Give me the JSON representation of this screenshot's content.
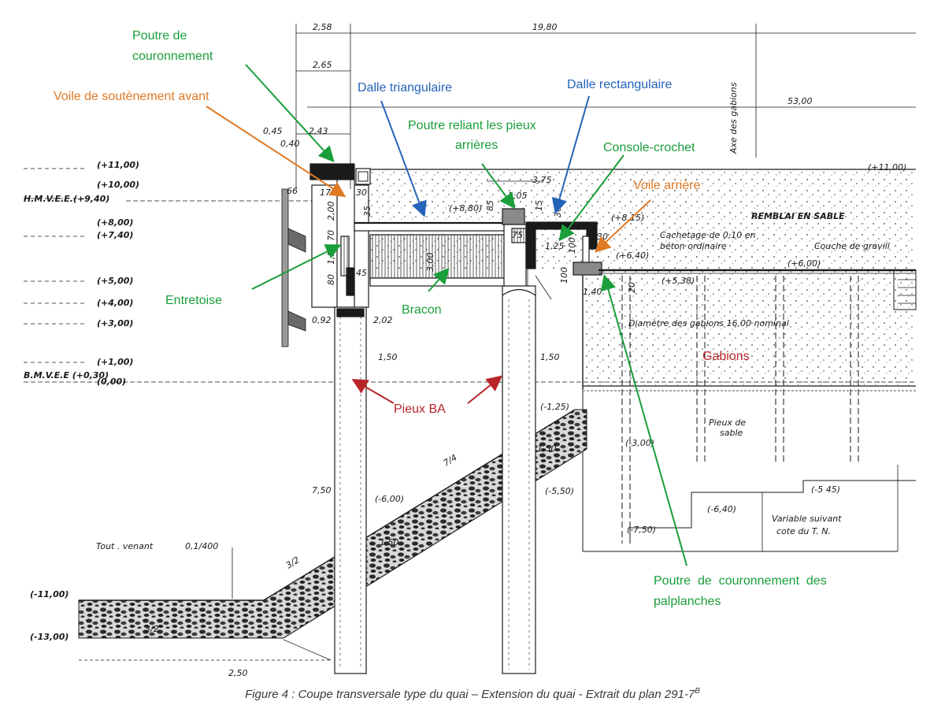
{
  "colors": {
    "green": "#1a9e3a",
    "orange": "#e07a25",
    "blue": "#2563b8",
    "red": "#b8242a",
    "ink": "#1a1a1a"
  },
  "labels": {
    "poutre_couronnement": [
      "Poutre de",
      "couronnement"
    ],
    "voile_avant": "Voile de soutènement avant",
    "dalle_triangulaire": "Dalle triangulaire",
    "dalle_rectangulaire": "Dalle rectangulaire",
    "poutre_reliant": [
      "Poutre reliant les pieux",
      "arrières"
    ],
    "console_crochet": "Console-crochet",
    "voile_arriere": "Voile arrière",
    "entretoise": "Entretoise",
    "bracon": "Bracon",
    "gabions": "Gabions",
    "pieux_ba": "Pieux BA",
    "poutre_palplanches": [
      "Poutre  de  couronnement  des",
      "palplanches"
    ]
  },
  "caption": "Figure 4 : Coupe transversale type du quai – Extension du quai - Extrait du plan 291-7",
  "caption_sup": "B",
  "levels": [
    "(+11,00)",
    "(+10,00)",
    "(+8,00)",
    "(+7,40)",
    "(+5,00)",
    "(+4,00)",
    "(+3,00)",
    "(+1,00)",
    "(0,00)",
    "(-11,00)",
    "(-13,00)"
  ],
  "water": {
    "high": "H.M.V.E.E.(+9,40)",
    "low": "B.M.V.E.E (+0,30)"
  },
  "dims": {
    "d258": "2,58",
    "d1980": "19,80",
    "d265": "2,65",
    "d5300": "53,00",
    "d045": "0,45",
    "d040": "0,40",
    "d243": "2,43",
    "d066": "66",
    "d017": "17",
    "d030": "30",
    "d200": "2,00",
    "d035": "35",
    "d070": "70",
    "d150v": "1,50",
    "d080": "80",
    "d045b": "45",
    "d300": "3,00",
    "d092": "0,92",
    "d202": "2,02",
    "d150a": "1,50",
    "d150b": "1,50",
    "d105": "1,05",
    "d375": "3,75",
    "d085": "85",
    "d015": "15",
    "d030b": "30",
    "d075": "75",
    "d125": "1,25",
    "d100": "100",
    "d100b": "100",
    "d030c": "30",
    "d140": "1,40",
    "d020": "20",
    "d750": "7,50",
    "d250": "2,50",
    "d010": "0,1/400",
    "d150c": "1,50",
    "d150d": "1,50"
  },
  "elev": {
    "e880": "(+8,80)",
    "e815": "(+8,15)",
    "e640": "(+6,40)",
    "e600": "(+6,00)",
    "e538": "(+5,38)",
    "e1100r": "(+11,00)",
    "e125": "(-1,25)",
    "e300": "(-3,00)",
    "e600n": "(-6,00)",
    "e550": "(-5,50)",
    "e545": "(-5 45)",
    "e640n": "(-6,40)",
    "e750n": "(-7,50)"
  },
  "notes": {
    "axe": "Axe des gabions",
    "remblai": "REMBLAI  EN  SABLE",
    "cachetage1": "Cachetage de 0,10 en",
    "cachetage2": "béton ordinaire",
    "gravill": "Couche de gravill",
    "diametre": "Diamètre des gabions 16,00 nominal",
    "pieux_sable1": "Pieux de",
    "pieux_sable2": "sable",
    "variable1": "Variable suivant",
    "variable2": "cote du T. N.",
    "tout_venant": "Tout . venant",
    "s74": "7/4",
    "s32a": "3/2",
    "s32b": "3/2"
  }
}
